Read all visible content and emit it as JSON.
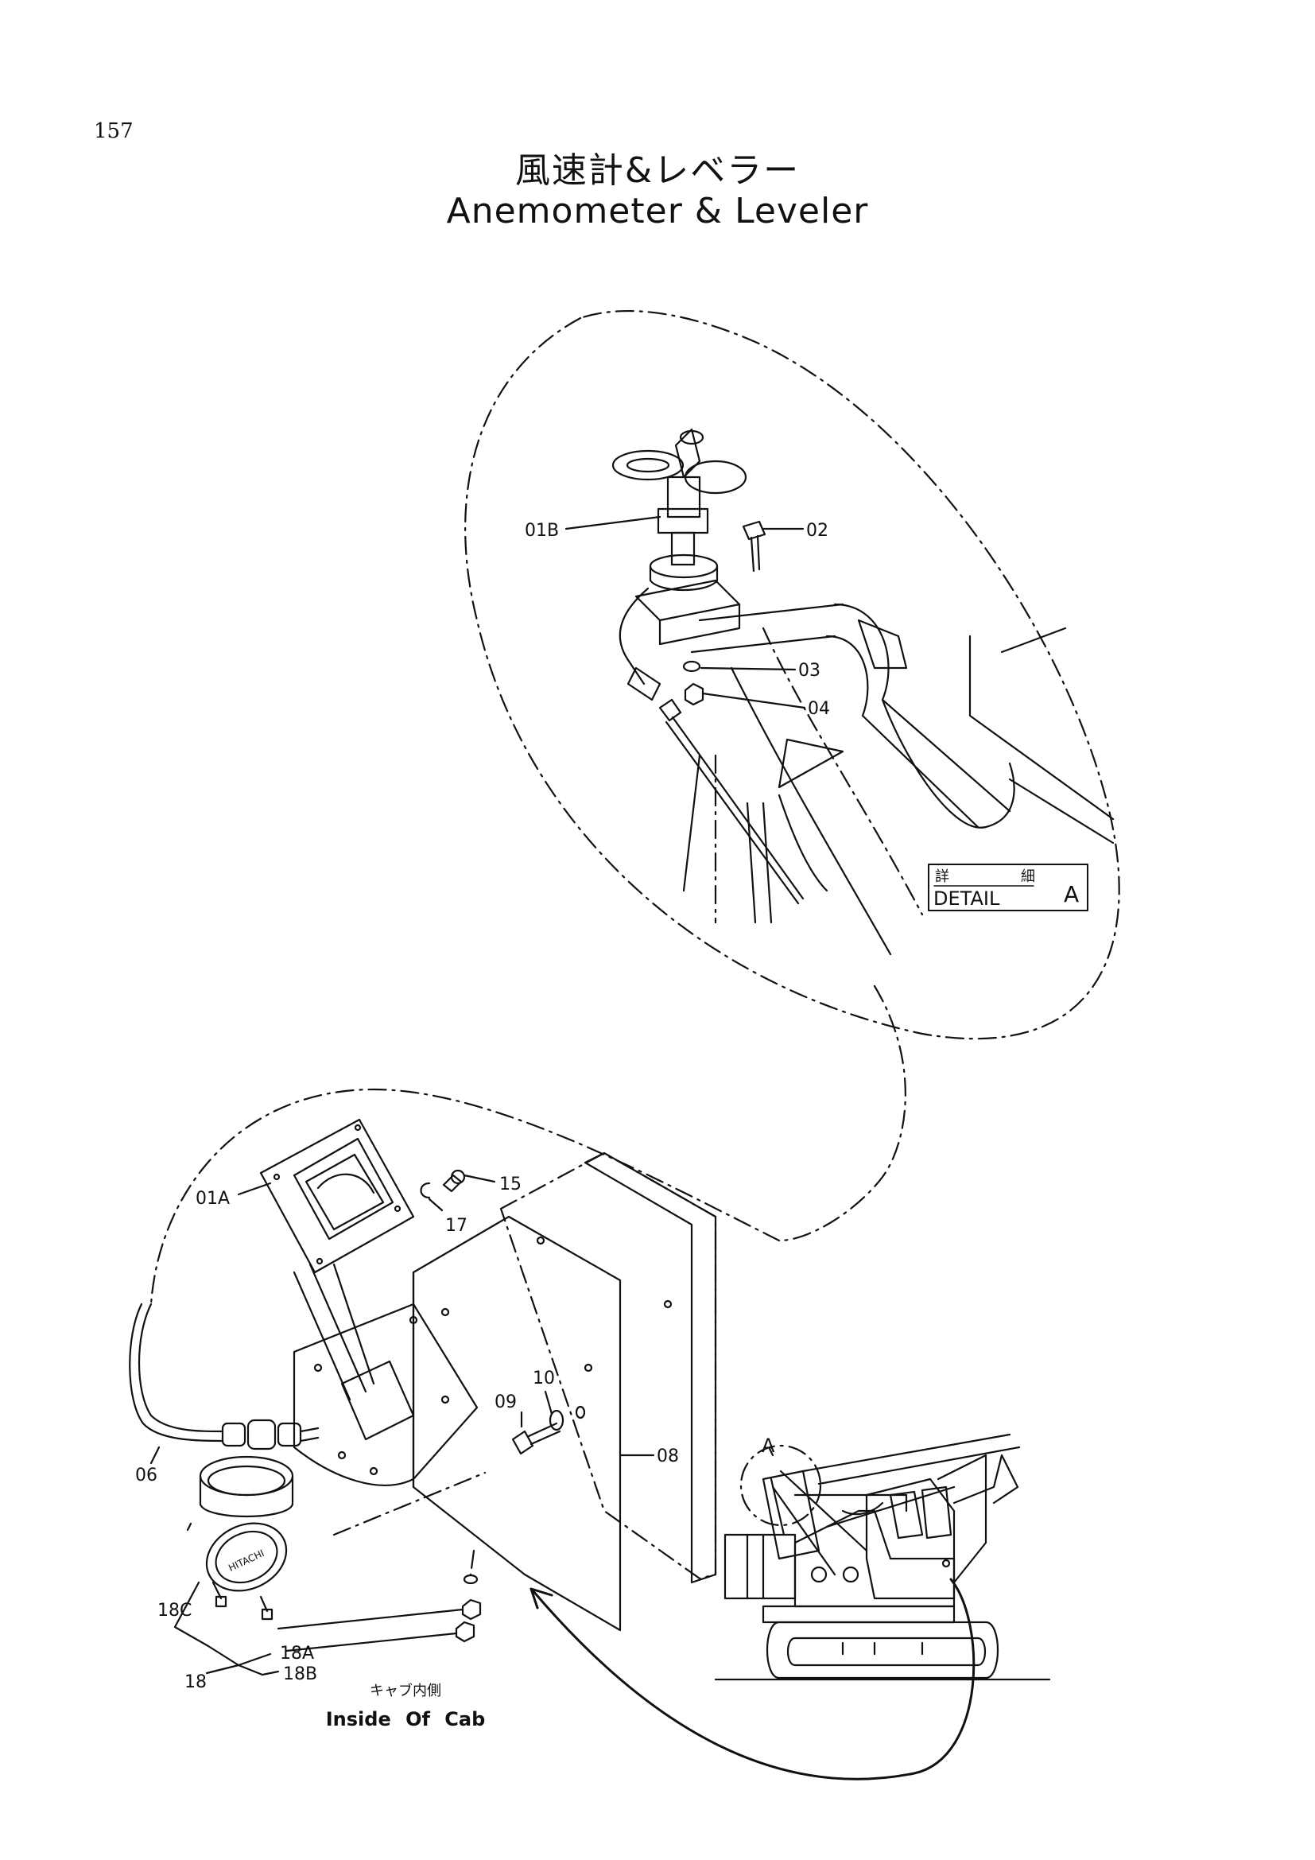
{
  "page": {
    "number": "157"
  },
  "title": {
    "jp": "風速計&レベラー",
    "en": "Anemometer & Leveler"
  },
  "detail_box": {
    "jp_left": "詳",
    "jp_right": "細",
    "en": "DETAIL",
    "letter": "A"
  },
  "machine_callout": "A",
  "parts": {
    "p01B": "01B",
    "p02": "02",
    "p03": "03",
    "p04": "04",
    "p01A": "01A",
    "p15": "15",
    "p17": "17",
    "p10": "10",
    "p09": "09",
    "p08": "08",
    "p06": "06",
    "p18C": "18C",
    "p18A": "18A",
    "p18": "18",
    "p18B": "18B"
  },
  "gauge_label": "HITACHI",
  "caption": {
    "jp": "キャブ内側",
    "en": "Inside Of Cab"
  }
}
